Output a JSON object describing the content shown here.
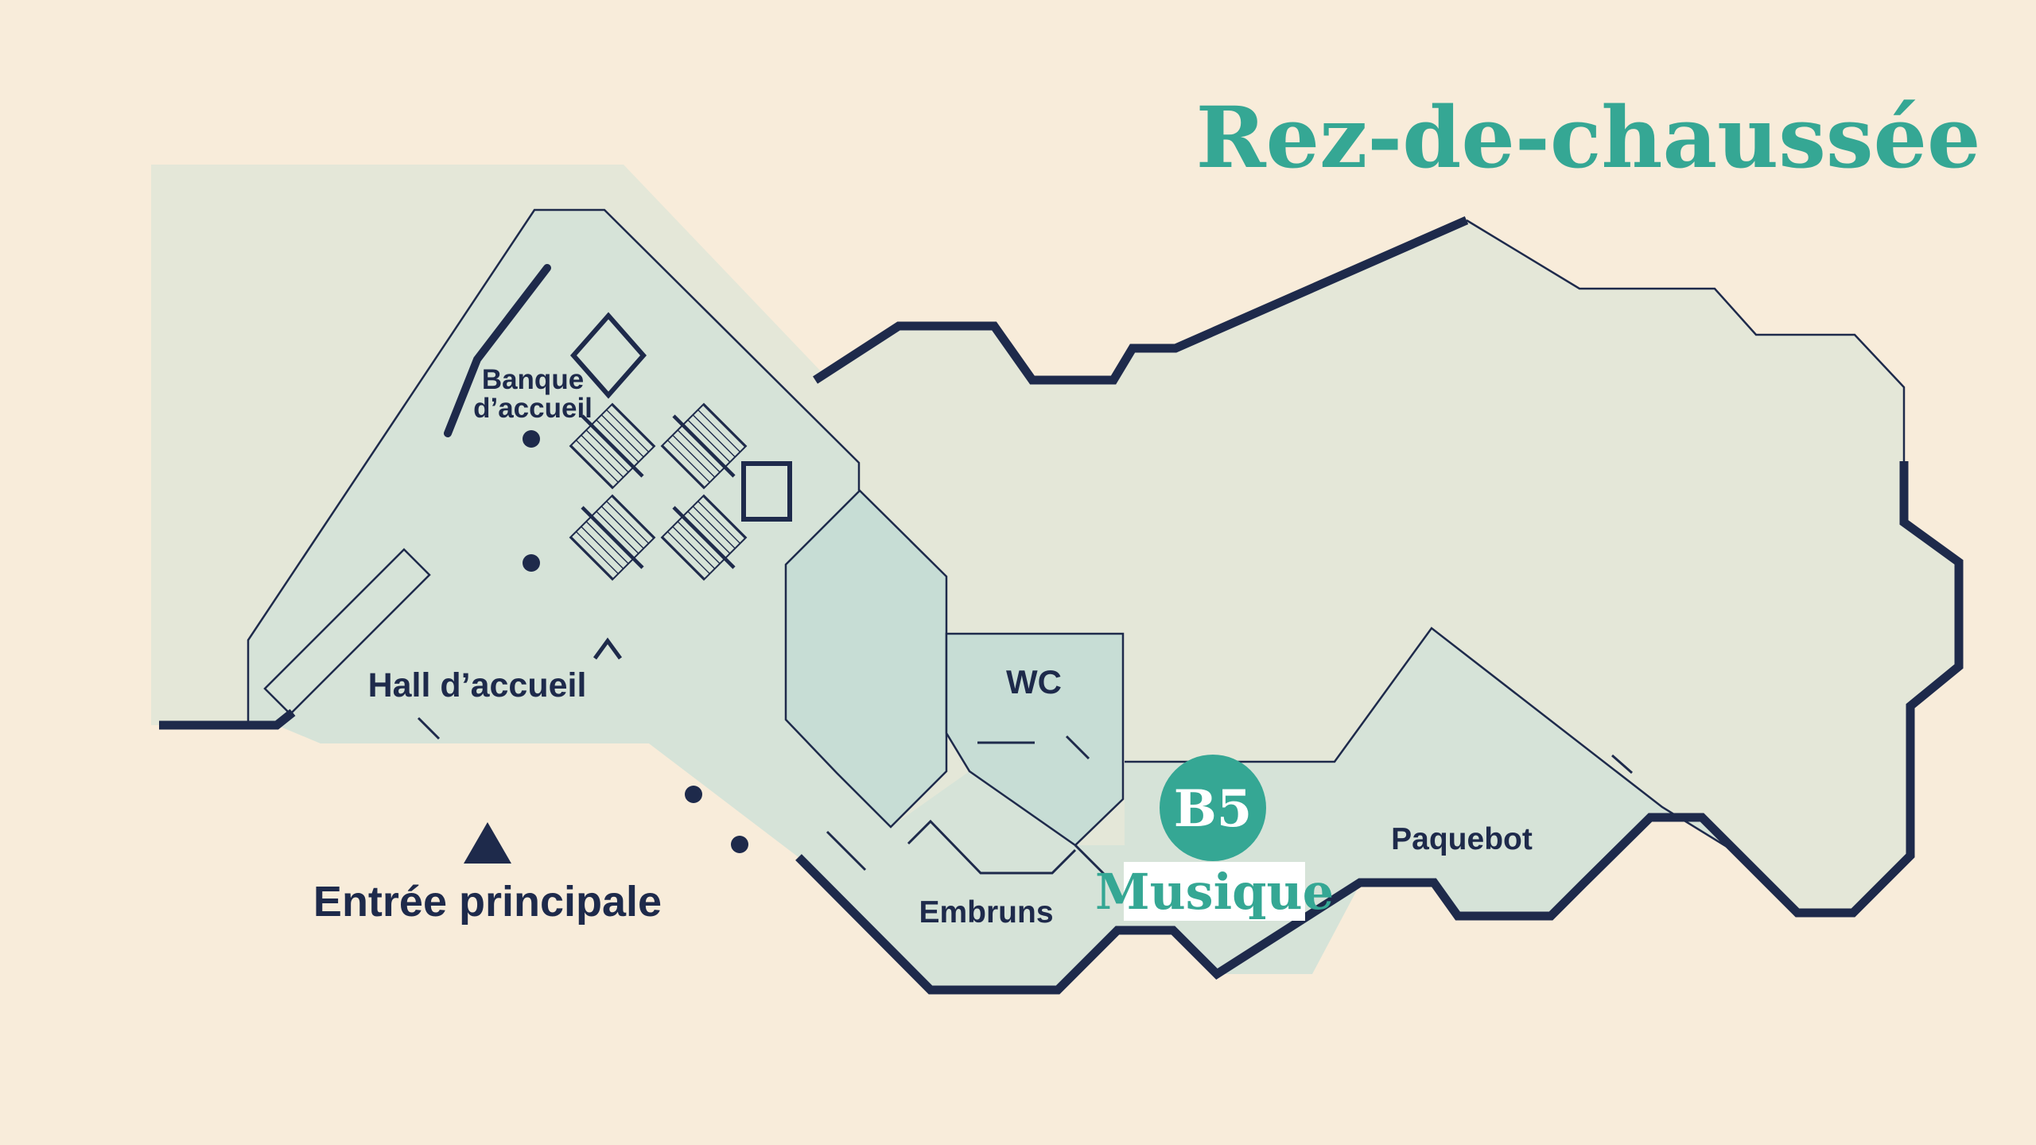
{
  "title": {
    "text": "Rez-de-chaussée"
  },
  "colors": {
    "background": "#f8ecda",
    "zone": "#e4e7d8",
    "room": "#d6e3d8",
    "room_teal": "#c7ddd5",
    "outline": "#1e2a4b",
    "accent": "#35a794",
    "highlight_bg": "#ffffff"
  },
  "rooms": {
    "banque_line1": "Banque",
    "banque_line2": "d’accueil",
    "hall": "Hall d’accueil",
    "wc": "WC",
    "embruns": "Embruns",
    "paquebot": "Paquebot"
  },
  "highlight": {
    "badge": "B5",
    "name": "Musique"
  },
  "entrance": {
    "label": "Entrée principale"
  }
}
